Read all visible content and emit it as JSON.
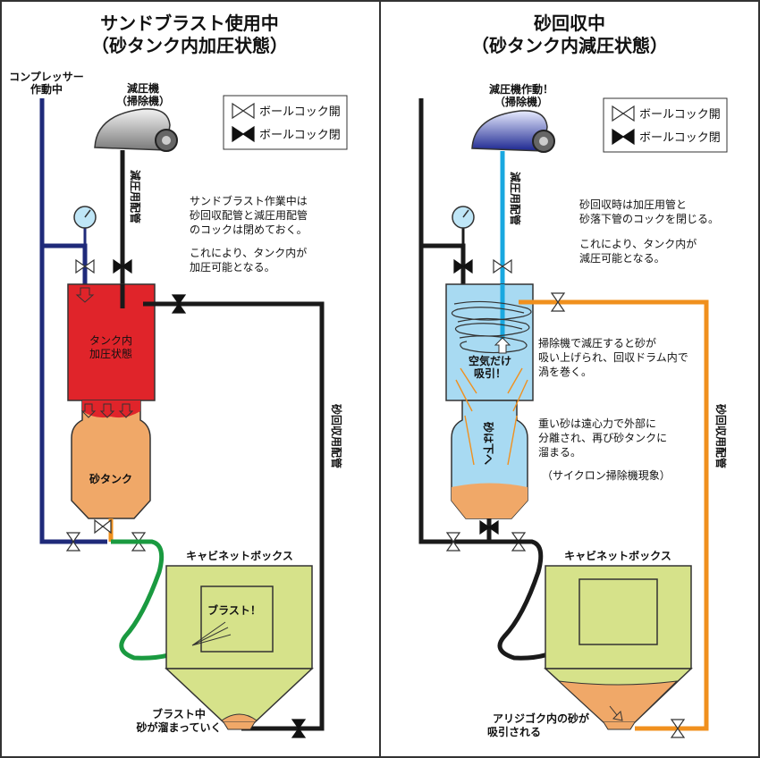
{
  "left": {
    "title_line1": "サンドブラスト使用中",
    "title_line2": "（砂タンク内加圧状態）",
    "compressor_line1": "コンプレッサー",
    "compressor_line2": "作動中",
    "vacuum_line1": "減圧機",
    "vacuum_line2": "（掃除機）",
    "vacuum_pipe": "減圧用配管",
    "legend_open": "ボールコック開",
    "legend_closed": "ボールコック閉",
    "note_lines": [
      "サンドブラスト作業中は",
      "砂回収配管と減圧用配管",
      "のコックは閉めておく。",
      "",
      "これにより、タンク内が",
      "加圧可能となる。"
    ],
    "tank_line1": "タンク内",
    "tank_line2": "加圧状態",
    "sand_tank": "砂タンク",
    "recovery_pipe": "砂回収用配管",
    "cabinet": "キャビネットボックス",
    "blast": "ブラスト！",
    "hopper_line1": "ブラスト中",
    "hopper_line2": "砂が溜まっていく"
  },
  "right": {
    "title_line1": "砂回収中",
    "title_line2": "（砂タンク内減圧状態）",
    "vacuum_line1": "減圧機作動！",
    "vacuum_line2": "（掃除機）",
    "vacuum_pipe": "減圧用配管",
    "legend_open": "ボールコック開",
    "legend_closed": "ボールコック閉",
    "note_lines": [
      "砂回収時は加圧用管と",
      "砂落下管のコックを閉じる。",
      "",
      "これにより、タンク内が",
      "減圧可能となる。"
    ],
    "air_line1": "空気だけ",
    "air_line2": "吸引！",
    "vortex_lines": [
      "掃除機で減圧すると砂が",
      "吸い上げられ、回収ドラム内で",
      "渦を巻く。"
    ],
    "heavy_lines": [
      "重い砂は遠心力で外部に",
      "分離され、再び砂タンクに",
      "溜まる。"
    ],
    "cyclone": "（サイクロン掃除機現象）",
    "sand_down": "砂は下へ",
    "recovery_pipe": "砂回収用配管",
    "cabinet": "キャビネットボックス",
    "hopper_line1": "アリジゴク内の砂が",
    "hopper_line2": "吸引される"
  },
  "colors": {
    "navy": "#1f2a7a",
    "black_pipe": "#1a1a1a",
    "red_tank": "#e0242a",
    "sand": "#f0a868",
    "green_hose": "#1a9a40",
    "orange_pipe": "#f0901e",
    "cyan_pipe": "#19a8e0",
    "cyclone_fill": "#a8daf2",
    "cabinet": "#d6e28a",
    "divider": "#333333"
  }
}
